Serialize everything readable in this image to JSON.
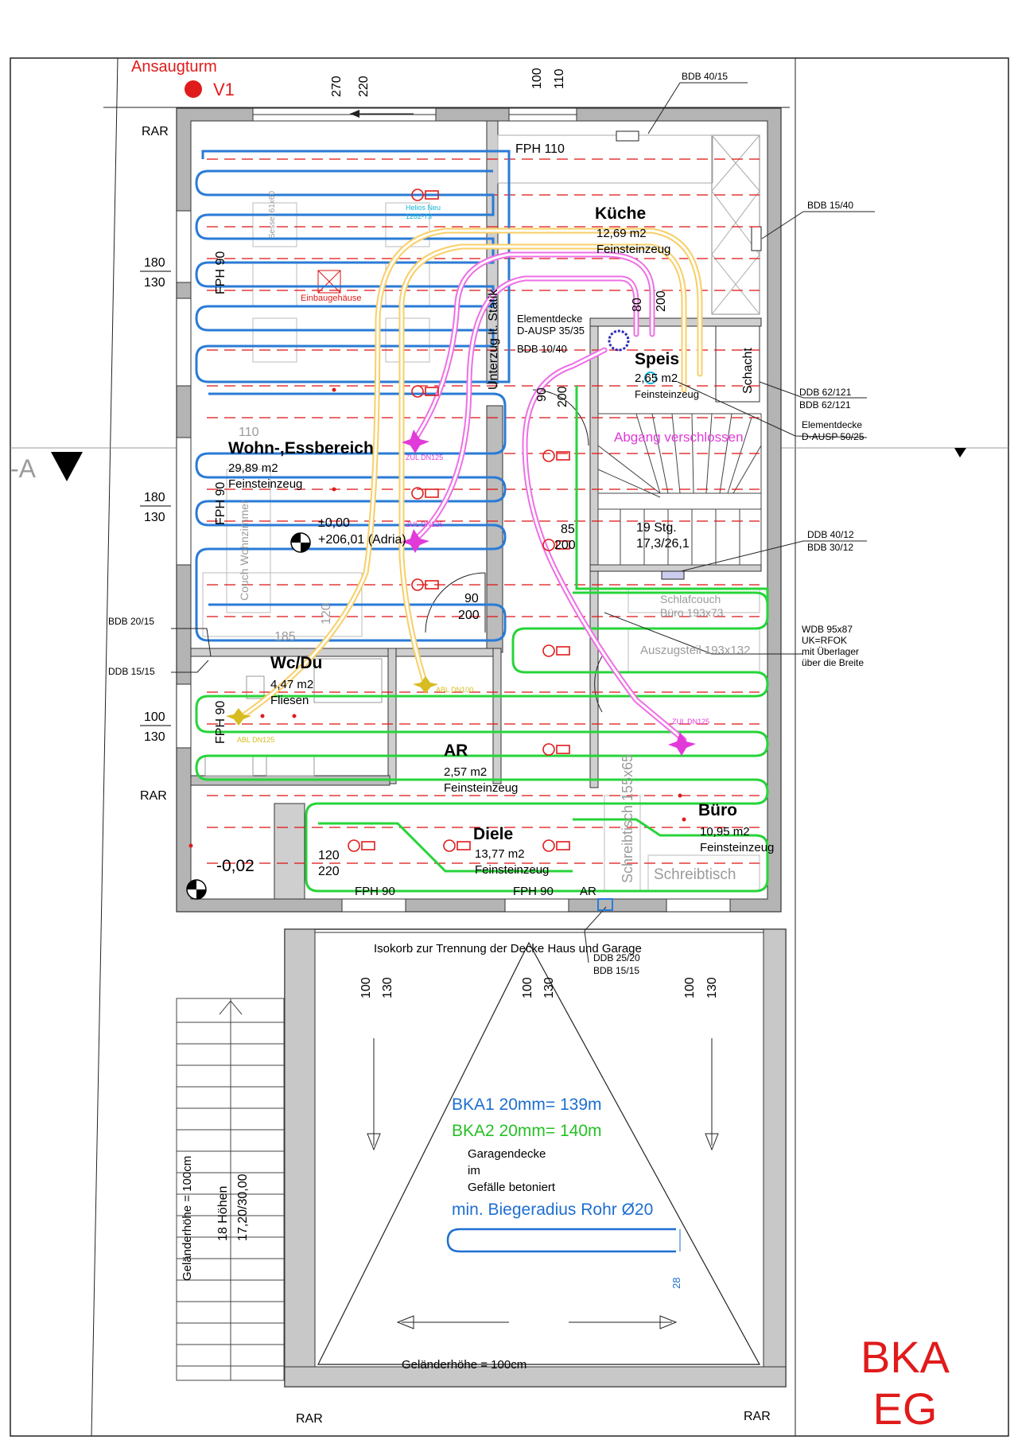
{
  "title": {
    "line1": "BKA",
    "line2": "EG",
    "color": "#e01b1b"
  },
  "ventilation": {
    "tower": "Ansaugturm",
    "tower_id": "V1"
  },
  "section_marker": "-A",
  "top_dims": [
    "270",
    "220",
    "100",
    "110"
  ],
  "left_dims": [
    {
      "a": "180",
      "b": "130"
    },
    {
      "a": "180",
      "b": "130"
    },
    {
      "a": "100",
      "b": "130"
    }
  ],
  "rar": [
    "RAR",
    "RAR",
    "RAR",
    "RAR"
  ],
  "rooms": {
    "kueche": {
      "name": "Küche",
      "area": "12,69 m2",
      "floor": "Feinsteinzeug"
    },
    "wohn": {
      "name": "Wohn-,Essbereich",
      "area": "29,89 m2",
      "floor": "Feinsteinzeug"
    },
    "speis": {
      "name": "Speis",
      "area": "2,65 m2",
      "floor": "Feinsteinzeug"
    },
    "wc": {
      "name": "Wc/Du",
      "area": "4,47 m2",
      "floor": "Fliesen"
    },
    "ar": {
      "name": "AR",
      "area": "2,57 m2",
      "floor": "Feinsteinzeug"
    },
    "diele": {
      "name": "Diele",
      "area": "13,77 m2",
      "floor": "Feinsteinzeug"
    },
    "buero": {
      "name": "Büro",
      "area": "10,95 m2",
      "floor": "Feinsteinzeug"
    }
  },
  "annotations": {
    "bdb_40_15": "BDB 40/15",
    "bdb_15_40": "BDB 15/40",
    "ddb_62": "DDB 62/121",
    "bdb_62": "BDB 62/121",
    "elementdecke_50": "Elementdecke",
    "d_ausp_50": "D-AUSP 50/25",
    "ddb_40_12": "DDB 40/12",
    "bdb_30_12": "BDB 30/12",
    "wdb": "WDB 95x87",
    "ukrfok": "UK=RFOK",
    "ueberlager": "mit Überlager",
    "breite": "über die Breite",
    "bdb_20_15": "BDB 20/15",
    "ddb_15_15": "DDB 15/15",
    "ddb_25_20": "DDB 25/20",
    "bdb_15_15": "BDB 15/15",
    "fph110": "FPH 110",
    "fph90a": "FPH 90",
    "fph90b": "FPH 90",
    "fph90c": "FPH 90",
    "fph90d": "FPH 90",
    "fph90e": "FPH 90",
    "elementdecke_35": "Elementdecke",
    "d_ausp_35": "D-AUSP 35/35",
    "bdb_10_40": "BDB 10/40",
    "unterzug": "Unterzug lt. Statik",
    "schacht": "Schacht",
    "abgang": "Abgang verschlossen",
    "stairs": "19 Stg.",
    "stairs2": "17,3/26,1",
    "level": "±0,00",
    "level2": "+206,01 (Adria)",
    "outside_level": "-0,02",
    "einbaugehaeuse": "Einbaugehäuse",
    "zul_dn125": "ZUL DN125",
    "abl_dn100": "ABL DN100",
    "abl_dn125": "ABL DN125",
    "zul_dn125b": "ZUL DN125",
    "zul_dn125c": "ZUL DN125",
    "helios": "Helios Neu",
    "helios_code": "1282-73",
    "schlafcouch": "Schlafcouch",
    "buero_dim": "Büro 193x73",
    "auszugsteil": "Auszugsteil 193x132",
    "schreibtisch": "Schreibtisch",
    "schreibtisch_dim": "Schreibtisch 155x65",
    "couch": "Couch Wohnzimmer",
    "sessel": "Sessel 61x60",
    "isokorb": "Isokorb zur Trennung der Decke Haus und Garage",
    "gel1": "Geländerhöhe = 100cm",
    "gel2": "Geländerhöhe = 100cm",
    "hoehen": "18 Höhen",
    "hoehen2": "17,20/30,00",
    "garagendecke1": "Garagendecke",
    "garagendecke2": "im",
    "garagendecke3": "Gefälle betoniert",
    "bka1": "BKA1 20mm= 139m",
    "bka2": "BKA2 20mm= 140m",
    "biegeradius": "min. Biegeradius Rohr Ø20",
    "r28": "28",
    "d85": "85",
    "d200": "200",
    "d90": "90",
    "d200b": "200",
    "d120": "120",
    "d220": "220",
    "d100a": "100",
    "d130a": "130",
    "d100b": "100",
    "d130b": "130",
    "d100c": "100",
    "d130c": "130",
    "ar_mark": "AR",
    "d185": "185",
    "d110": "110",
    "d120b": "120",
    "d80": "80",
    "d200c": "200",
    "d90b": "90",
    "d200d": "200"
  },
  "colors": {
    "bka1": "#1e6fd0",
    "bka2": "#26c026",
    "supply": "#ee6fe5",
    "exhaust": "#f8cf67",
    "lines_red": "#e01b1b"
  }
}
